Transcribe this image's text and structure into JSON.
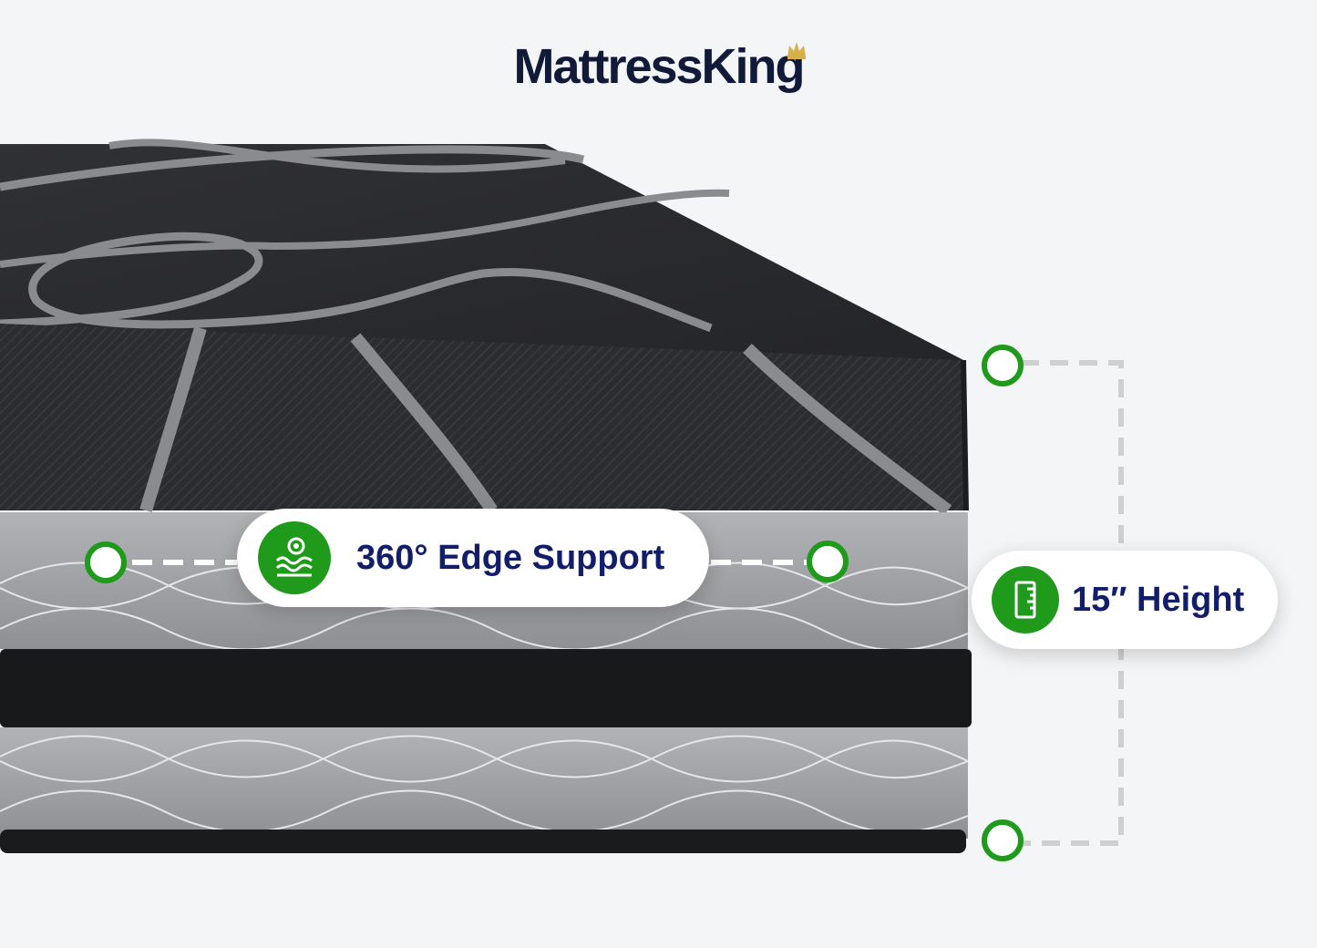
{
  "brand": {
    "name": "MattressKing",
    "text_color": "#121a3a",
    "crown_color": "#d8b04a"
  },
  "callouts": {
    "edge_support": {
      "label": "360° Edge Support",
      "icon": "water-level-icon"
    },
    "height": {
      "label": "15″ Height",
      "icon": "ruler-icon"
    }
  },
  "colors": {
    "accent_green": "#1f9a1b",
    "label_navy": "#121e6a",
    "background": "#f4f5f6",
    "mattress_top": "#2b2c2f",
    "mattress_side": "#a4a5a8",
    "band": "#18191b",
    "dimension_line": "#cfcfcf"
  }
}
